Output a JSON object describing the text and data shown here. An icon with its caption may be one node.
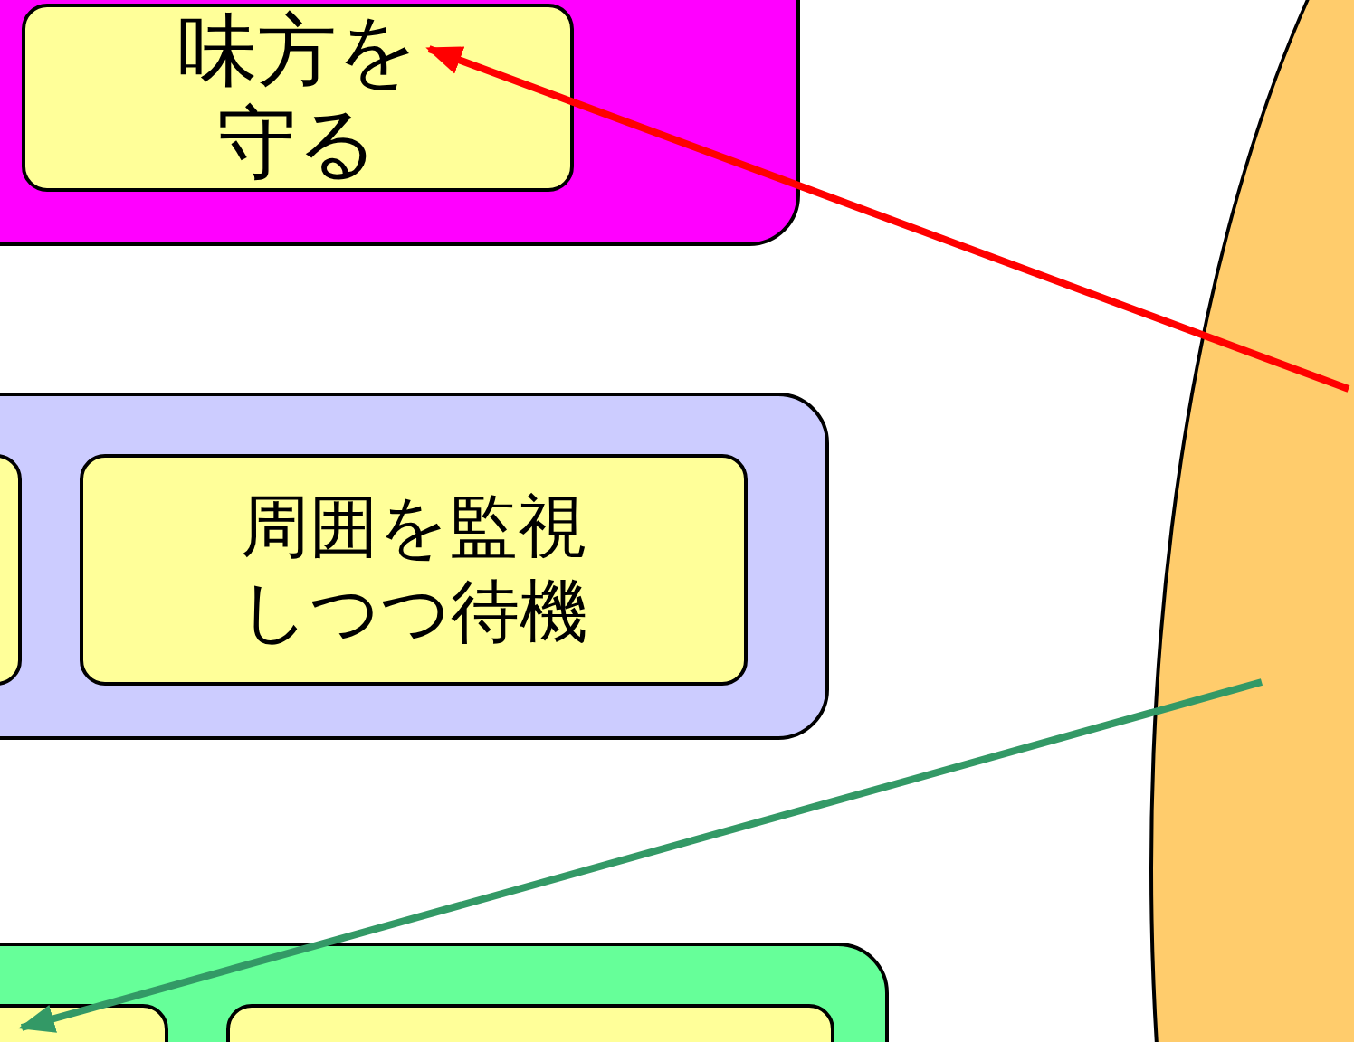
{
  "diagram": {
    "nodes": [
      {
        "text": [],
        "shape": "box"
      },
      {
        "text": [
          "味方を守る"
        ],
        "in": 0
      },
      {
        "text": [],
        "shape": "box"
      },
      {
        "text": [],
        "shape": "box",
        "in": 2
      },
      {
        "text": [
          "周囲を監視しつつ待機"
        ],
        "in": 2
      },
      {
        "text": [],
        "shape": "box"
      },
      {
        "text": [],
        "shape": "box",
        "in": 5
      },
      {
        "text": [],
        "shape": "box",
        "in": 5
      },
      {
        "text": [],
        "shape": "ellipse"
      }
    ],
    "edges": [
      {
        "from": 8,
        "to": 1,
        "arrow": "to",
        "color": "#ff0000"
      },
      {
        "from": 8,
        "to": 6,
        "arrow": "to",
        "color": "#339966"
      }
    ]
  }
}
